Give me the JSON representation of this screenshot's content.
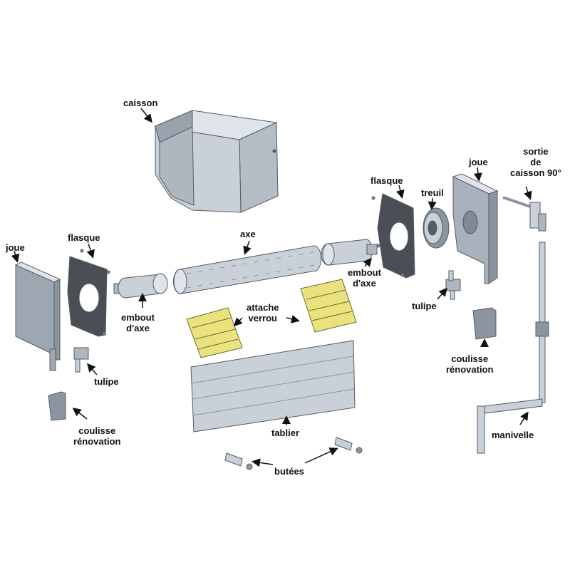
{
  "labels": {
    "caisson": "caisson",
    "joue_left": "joue",
    "flasque_left": "flasque",
    "axe": "axe",
    "flasque_right": "flasque",
    "treuil": "treuil",
    "joue_right": "joue",
    "sortie_caisson": [
      "sortie",
      "de",
      "caisson 90°"
    ],
    "embout_axe_left": [
      "embout",
      "d'axe"
    ],
    "embout_axe_right": [
      "embout",
      "d'axe"
    ],
    "attache_verrou": [
      "attache",
      "verrou"
    ],
    "tulipe_left": "tulipe",
    "tulipe_right": "tulipe",
    "coulisse_left": [
      "coulisse",
      "rénovation"
    ],
    "coulisse_right": [
      "coulisse",
      "rénovation"
    ],
    "tablier": "tablier",
    "manivelle": "manivelle",
    "butees": "butées"
  },
  "colors": {
    "metal_light": "#c9d0d8",
    "metal_mid": "#a9b2bc",
    "metal_dark": "#7f8893",
    "attache_yellow": "#eae27c",
    "outline": "#555c66"
  }
}
